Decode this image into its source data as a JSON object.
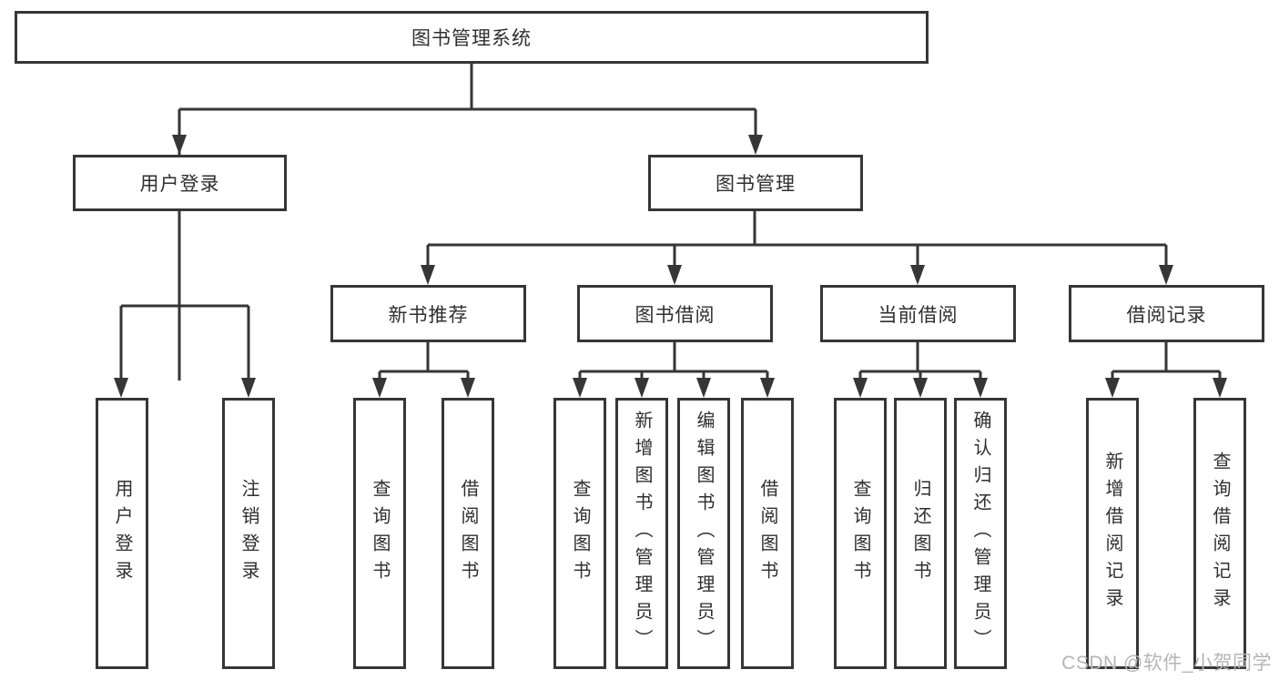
{
  "diagram": {
    "watermark": "CSDN @软件_小贺同学",
    "colors": {
      "line": "#363636",
      "box_border": "#363636",
      "background": "#ffffff",
      "watermark_gray": "#b5b5b5"
    },
    "tree": {
      "root": "图书管理系统",
      "children": [
        {
          "label": "用户登录",
          "children": [
            "用户登录",
            "注销登录"
          ]
        },
        {
          "label": "图书管理",
          "children": [
            {
              "label": "新书推荐",
              "children": [
                "查询图书",
                "借阅图书"
              ]
            },
            {
              "label": "图书借阅",
              "children": [
                "查询图书",
                "新增图书（管理员）",
                "编辑图书（管理员）",
                "借阅图书"
              ]
            },
            {
              "label": "当前借阅",
              "children": [
                "查询图书",
                "归还图书",
                "确认归还（管理员）"
              ]
            },
            {
              "label": "借阅记录",
              "children": [
                "新增借阅记录",
                "查询借阅记录"
              ]
            }
          ]
        }
      ]
    }
  }
}
